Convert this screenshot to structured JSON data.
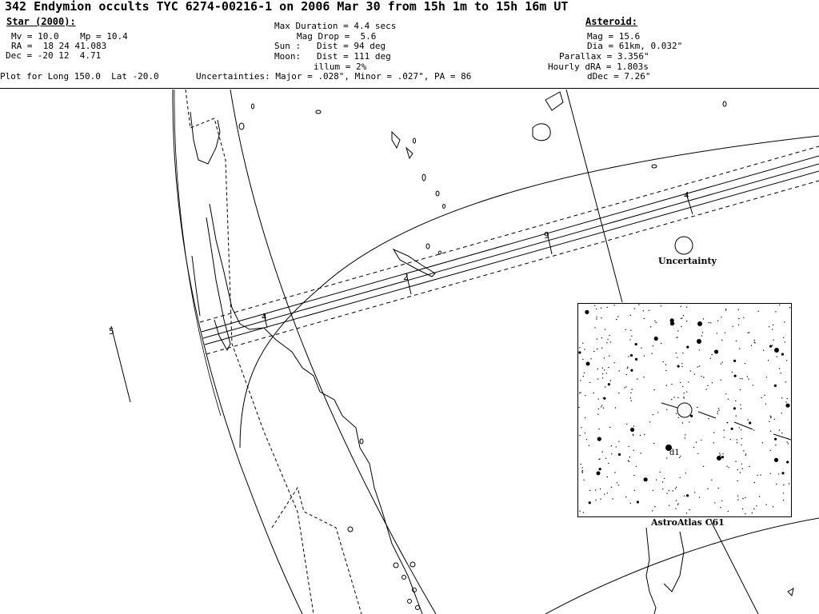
{
  "header": {
    "title": "342 Endymion occults TYC 6274-00216-1 on 2006 Mar 30 from 15h 1m to 15h 16m UT",
    "star_heading": "Star (2000):",
    "star_mag": "Mv = 10.0    Mp = 10.4",
    "star_ra": "RA =  18 24 41.083",
    "star_dec": "Dec = -20 12  4.71",
    "plot_for": "Plot for Long 150.0  Lat -20.0",
    "max_duration": "Max Duration = 4.4 secs",
    "mag_drop": "Mag Drop =  5.6",
    "sun": "Sun :   Dist = 94 deg",
    "moon": "Moon:   Dist = 111 deg",
    "illum": "illum = 2%",
    "uncertainties": "Uncertainties: Major = .028\", Minor = .027\", PA = 86",
    "asteroid_heading": "Asteroid:",
    "ast_mag": "Mag = 15.6",
    "ast_dia": "Dia = 61km, 0.032\"",
    "ast_parallax": "Parallax = 3.356\"",
    "ast_hourly_dra": "Hourly dRA = 1.803s",
    "ast_ddec": "dDec = 7.26\""
  },
  "map": {
    "uncertainty_label": "Uncertainty",
    "starchart_label": "AstroAtlas C61",
    "star_label": "d1",
    "path_ticks": [
      "4",
      "9",
      "2",
      "4",
      "5"
    ]
  }
}
